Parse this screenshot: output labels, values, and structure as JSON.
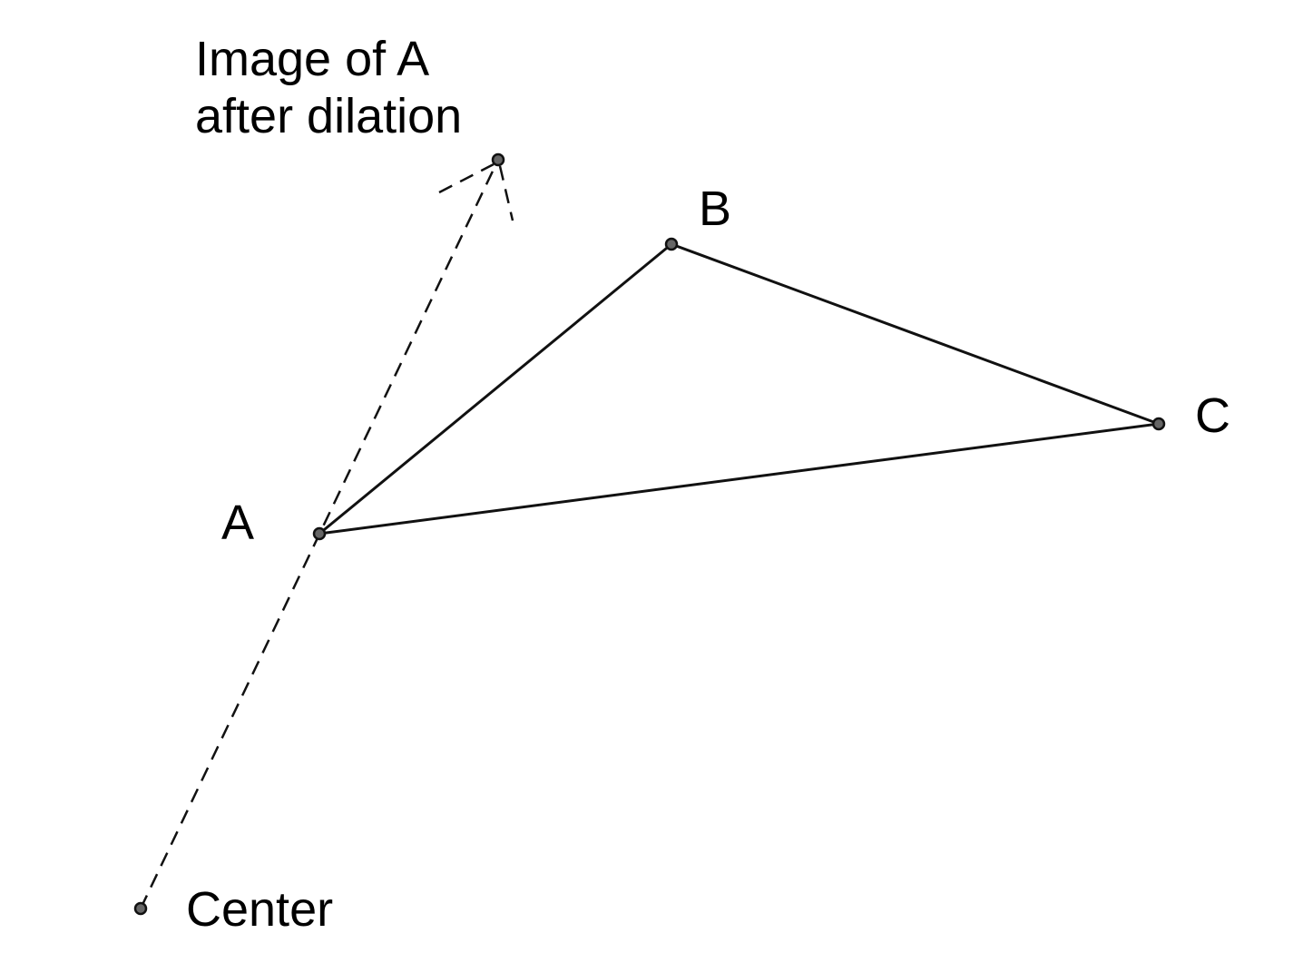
{
  "labels": {
    "image_line1": "Image of A",
    "image_line2": "after dilation",
    "point_a": "A",
    "point_b": "B",
    "point_c": "C",
    "center": "Center"
  },
  "colors": {
    "stroke": "#111111",
    "point_fill": "#666666",
    "background": "#ffffff"
  }
}
